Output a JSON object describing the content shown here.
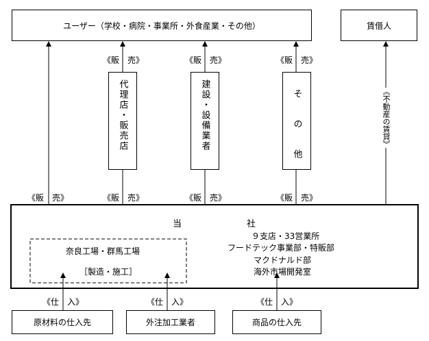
{
  "top": {
    "users": "ユーザー（学校・病院・事業所・外食産業・その他）",
    "lessor": "賃借人"
  },
  "channels": [
    {
      "label": "代理店・販売店"
    },
    {
      "label": "建設・設備業者"
    },
    {
      "label": "そ の 他"
    }
  ],
  "arrow_labels": {
    "sale": "《販　売》",
    "rent": "《不動産の賃貸》",
    "purchase": "《仕　入》"
  },
  "company": {
    "title_left": "当",
    "title_right": "社",
    "factories": "奈良工場・群馬工場",
    "factories_sub": "［製造・施工］",
    "branches": "９支店・33営業所",
    "food": "フードテック事業部・特販部",
    "mcd": "マクドナルド部",
    "overseas": "海外市場開発室"
  },
  "suppliers": [
    {
      "label": "原材料の仕入先"
    },
    {
      "label": "外注加工業者"
    },
    {
      "label": "商品の仕入先"
    }
  ]
}
